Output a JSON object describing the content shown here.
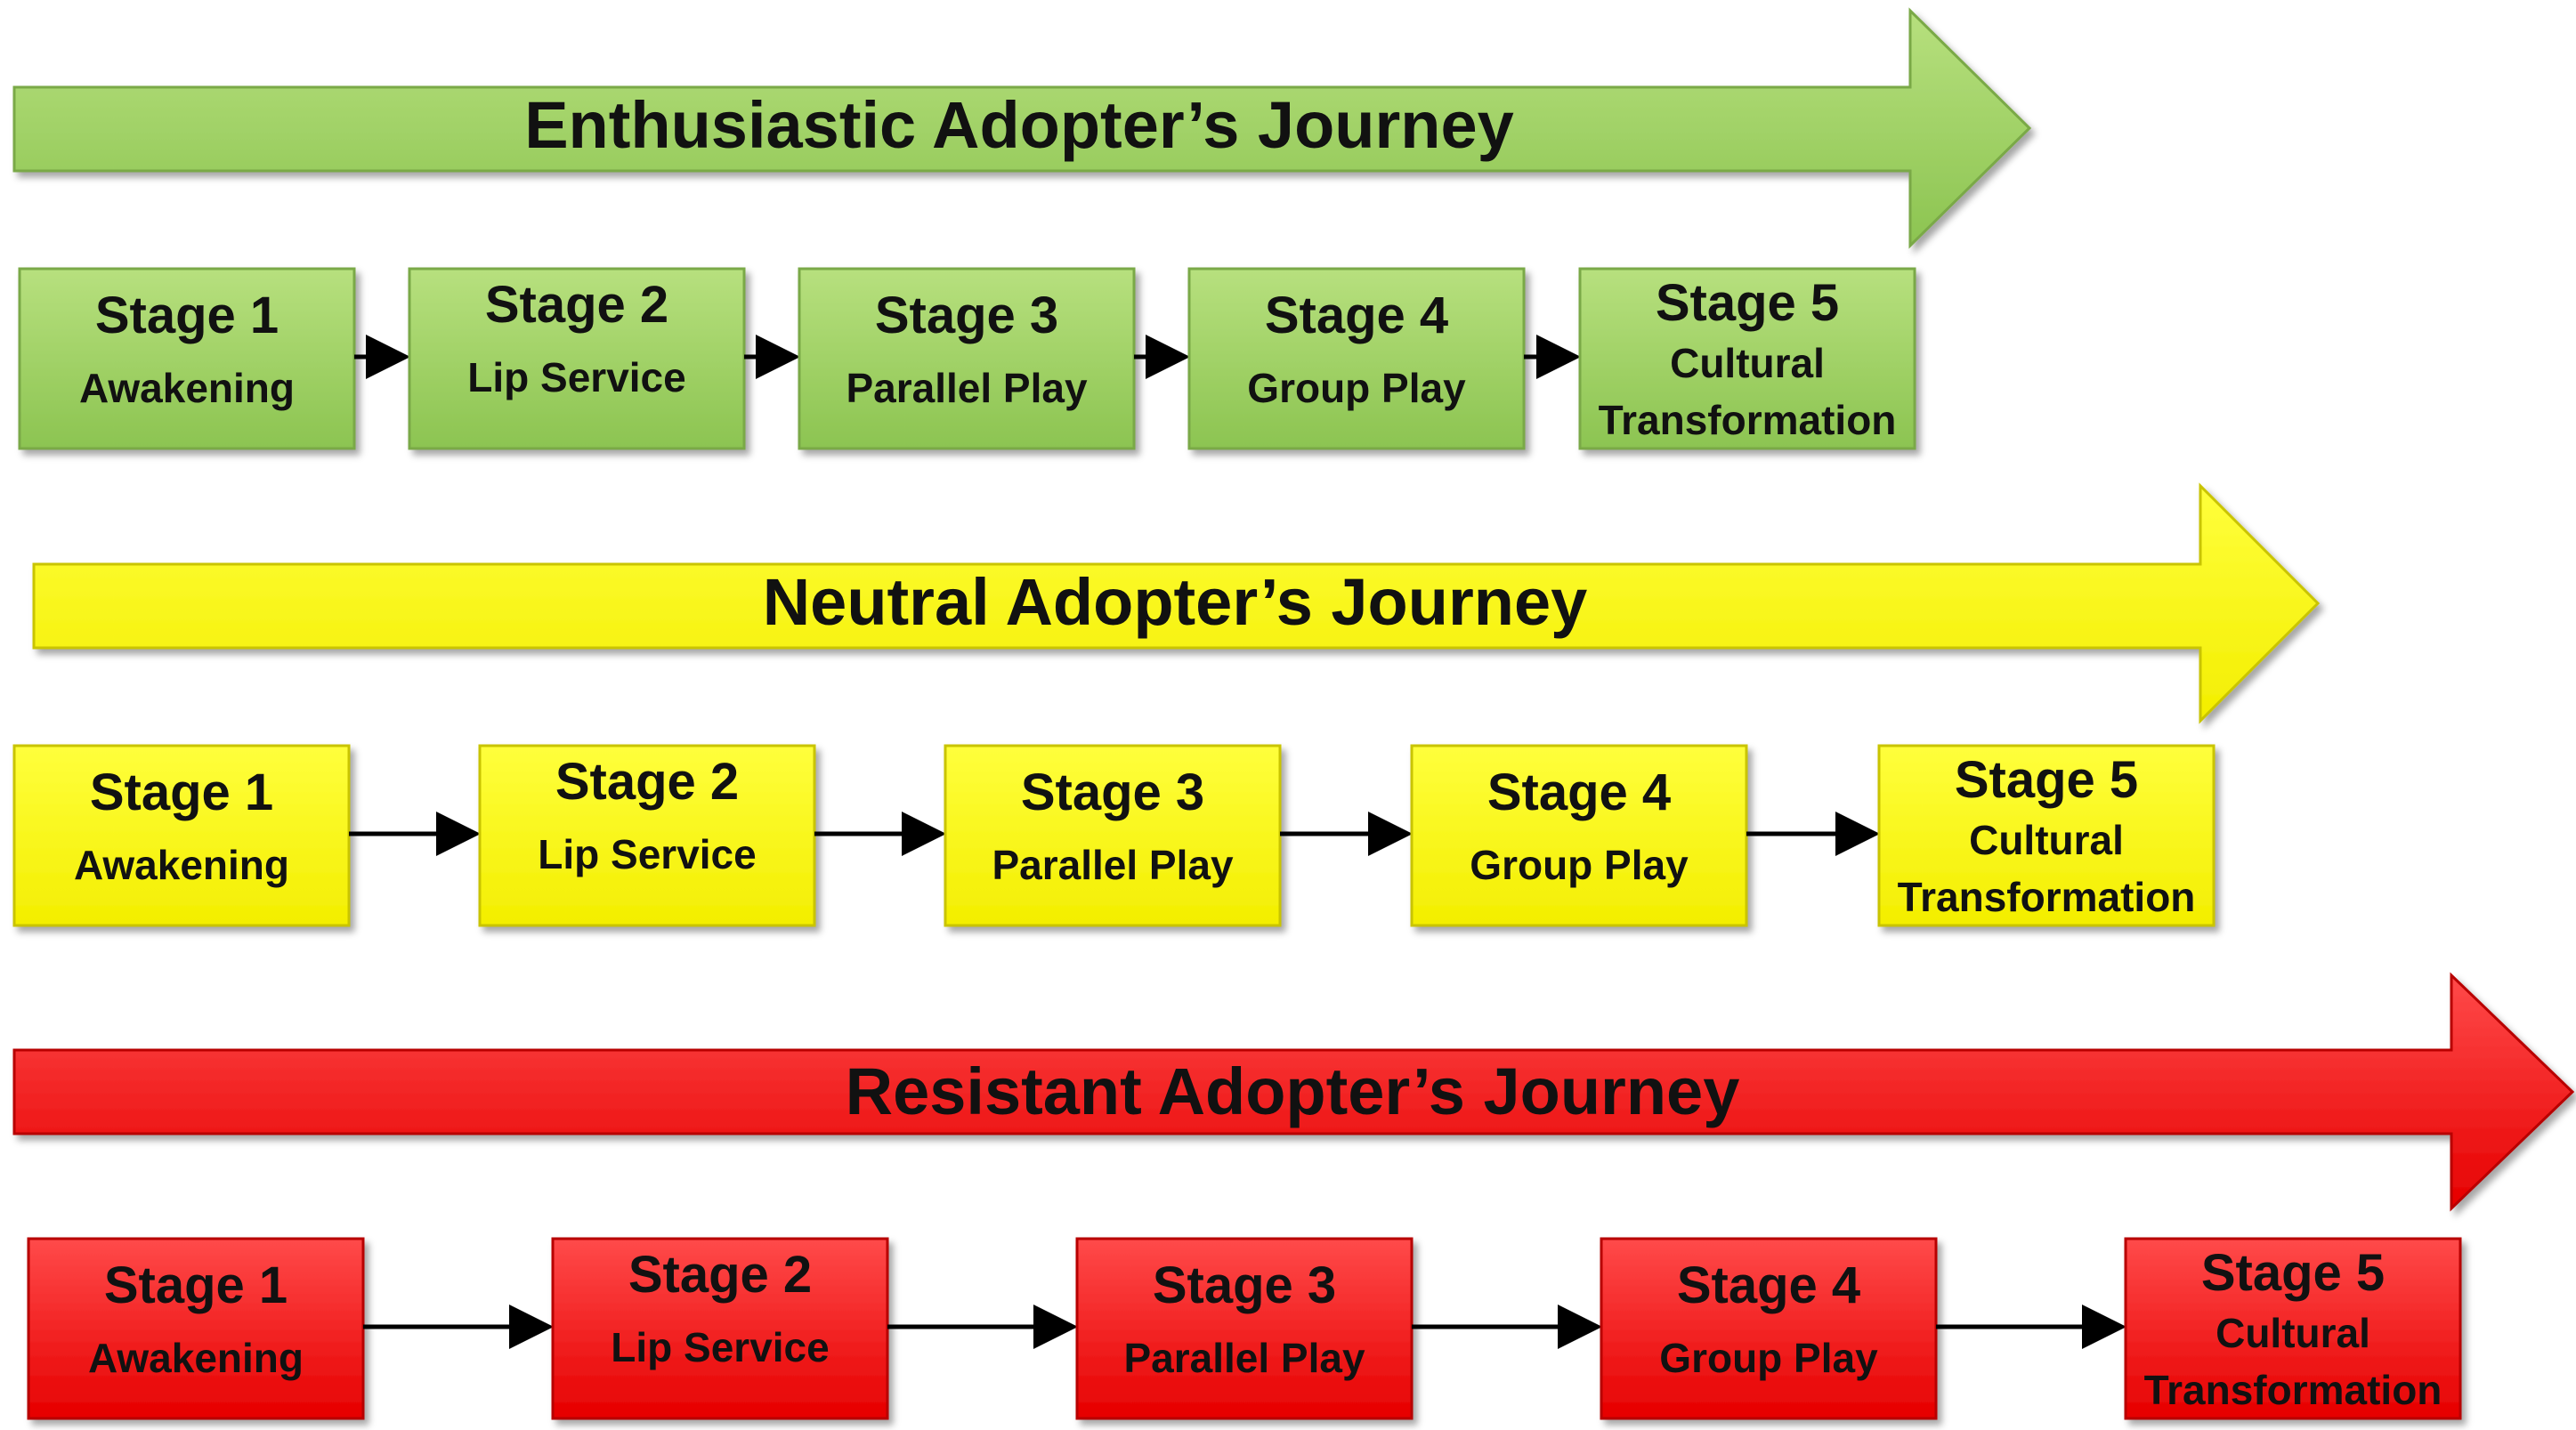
{
  "journeys": [
    {
      "title": "Enthusiastic Adopter’s Journey",
      "colors": {
        "top": "#b7e07e",
        "bottom": "#8cc451",
        "stroke": "#7aa947"
      },
      "stages": [
        {
          "title": "Stage 1",
          "subtitle": [
            "Awakening"
          ]
        },
        {
          "title": "Stage 2",
          "subtitle": [
            "Lip Service"
          ]
        },
        {
          "title": "Stage 3",
          "subtitle": [
            "Parallel Play"
          ]
        },
        {
          "title": "Stage 4",
          "subtitle": [
            "Group Play"
          ]
        },
        {
          "title": "Stage 5",
          "subtitle": [
            "Cultural",
            "Transformation"
          ]
        }
      ]
    },
    {
      "title": "Neutral Adopter’s Journey",
      "colors": {
        "top": "#ffff3c",
        "bottom": "#f3ee00",
        "stroke": "#c9c400"
      },
      "stages": [
        {
          "title": "Stage 1",
          "subtitle": [
            "Awakening"
          ]
        },
        {
          "title": "Stage 2",
          "subtitle": [
            "Lip Service"
          ]
        },
        {
          "title": "Stage 3",
          "subtitle": [
            "Parallel Play"
          ]
        },
        {
          "title": "Stage 4",
          "subtitle": [
            "Group Play"
          ]
        },
        {
          "title": "Stage 5",
          "subtitle": [
            "Cultural",
            "Transformation"
          ]
        }
      ]
    },
    {
      "title": "Resistant Adopter’s Journey",
      "colors": {
        "top": "#ff4a4a",
        "bottom": "#e60000",
        "stroke": "#b80000"
      },
      "stages": [
        {
          "title": "Stage 1",
          "subtitle": [
            "Awakening"
          ]
        },
        {
          "title": "Stage 2",
          "subtitle": [
            "Lip Service"
          ]
        },
        {
          "title": "Stage 3",
          "subtitle": [
            "Parallel Play"
          ]
        },
        {
          "title": "Stage 4",
          "subtitle": [
            "Group Play"
          ]
        },
        {
          "title": "Stage 5",
          "subtitle": [
            "Cultural",
            "Transformation"
          ]
        }
      ]
    }
  ]
}
